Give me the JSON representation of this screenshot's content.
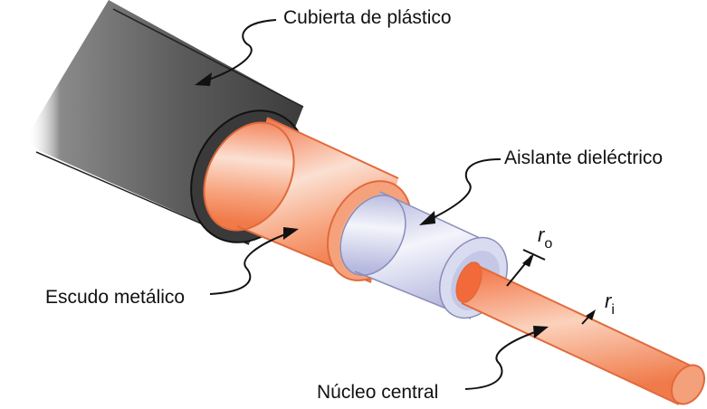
{
  "labels": {
    "jacket": "Cubierta de plástico",
    "insulator": "Aislante dieléctrico",
    "shield": "Escudo metálico",
    "core": "Núcleo central",
    "outer_radius_symbol": "r",
    "outer_radius_subscript": "o",
    "inner_radius_symbol": "r",
    "inner_radius_subscript": "i"
  },
  "colors": {
    "jacket": "#5a5a5a",
    "shield": "#f08a60",
    "insulator": "#c8cbe8",
    "core": "#f07a50",
    "outline": "#e06a3c",
    "leader": "#111111"
  }
}
